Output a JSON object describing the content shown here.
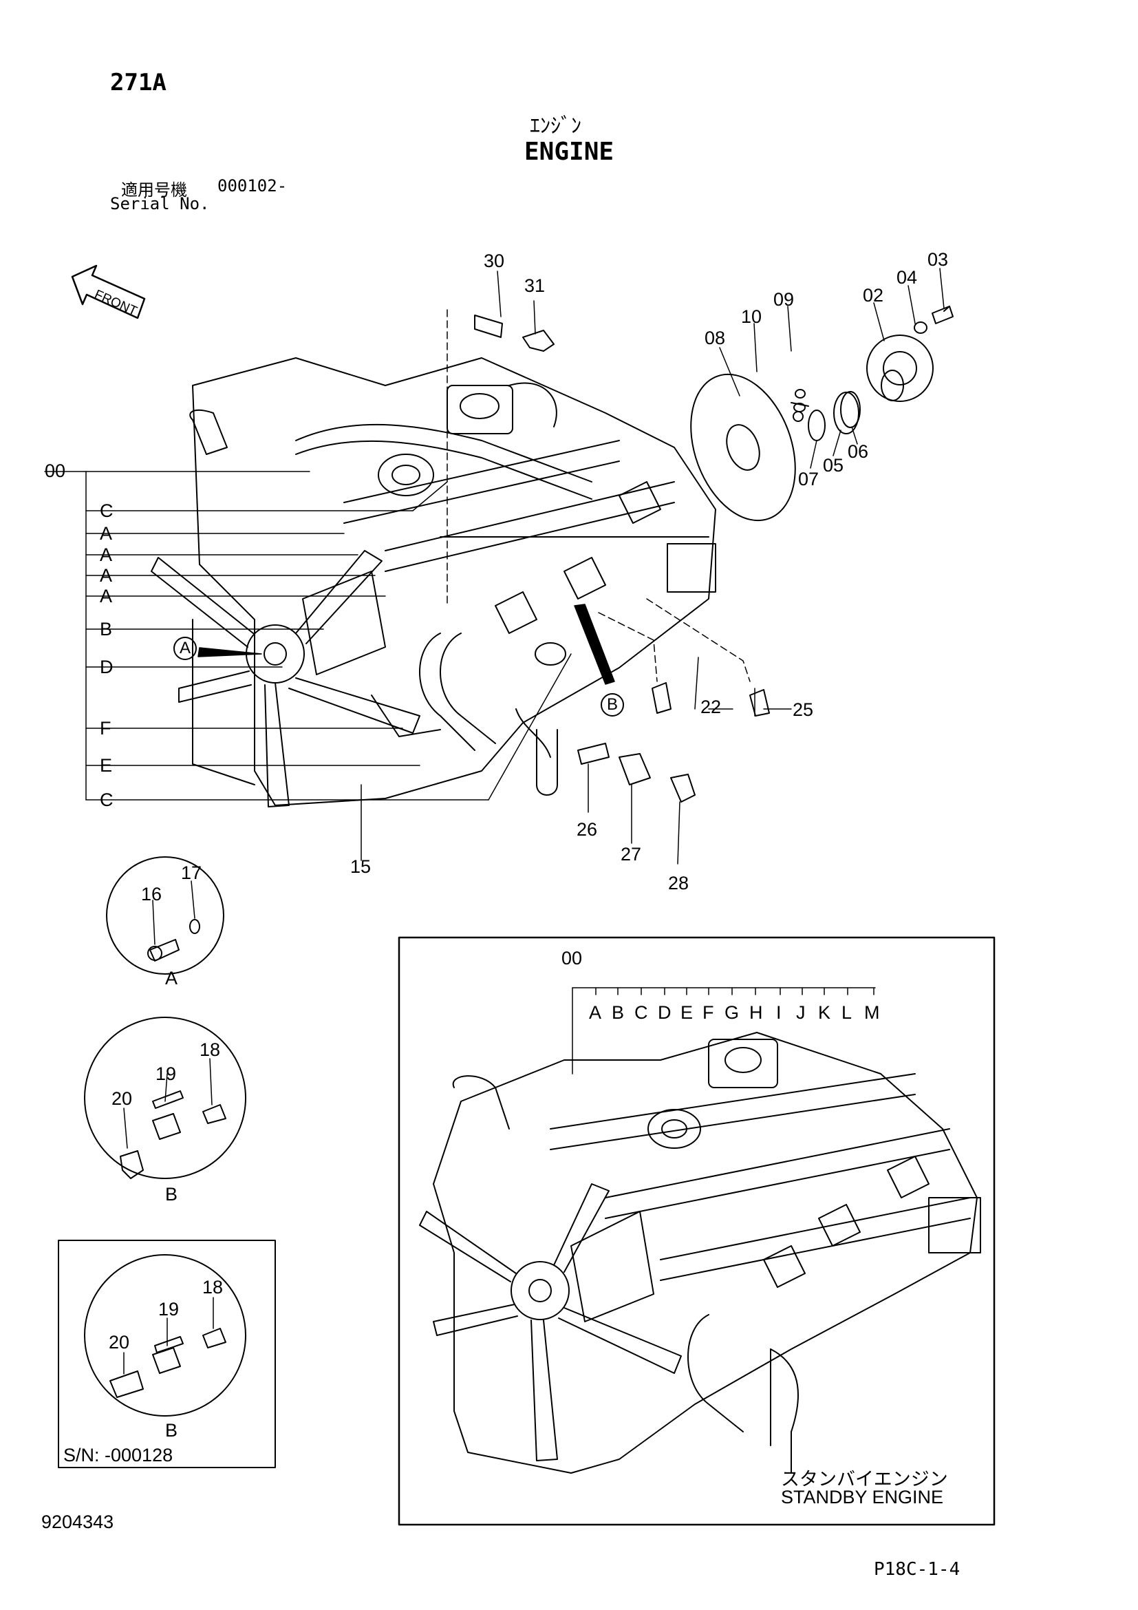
{
  "header": {
    "page_code": "271A",
    "title_jp": "ｴﾝｼﾞﾝ",
    "title_en": "ENGINE",
    "serial_label_jp": "適用号機",
    "serial_range": "000102-",
    "serial_label_en": "Serial No."
  },
  "front_marker": "FRONT",
  "main_callouts": [
    "30",
    "31",
    "08",
    "10",
    "09",
    "02",
    "04",
    "03",
    "07",
    "05",
    "06",
    "22",
    "25",
    "26",
    "27",
    "28",
    "15"
  ],
  "group_callout": "00",
  "group_letters": [
    "C",
    "A",
    "A",
    "A",
    "A",
    "B",
    "D",
    "F",
    "E",
    "C"
  ],
  "detail_markers": [
    "A",
    "B"
  ],
  "detail_a": {
    "label": "A",
    "callouts": [
      "16",
      "17"
    ]
  },
  "detail_b": {
    "label": "B",
    "callouts": [
      "18",
      "19",
      "20"
    ]
  },
  "detail_b_old": {
    "label": "B",
    "callouts": [
      "18",
      "19",
      "20"
    ],
    "serial_note": "S/N: -000128"
  },
  "standby": {
    "group_callout": "00",
    "letters": [
      "A",
      "B",
      "C",
      "D",
      "E",
      "F",
      "G",
      "H",
      "I",
      "J",
      "K",
      "L",
      "M"
    ],
    "title_jp": "スタンバイエンジン",
    "title_en": "STANDBY  ENGINE"
  },
  "footer": {
    "doc_number": "9204343",
    "page_ref": "P18C-1-4"
  }
}
